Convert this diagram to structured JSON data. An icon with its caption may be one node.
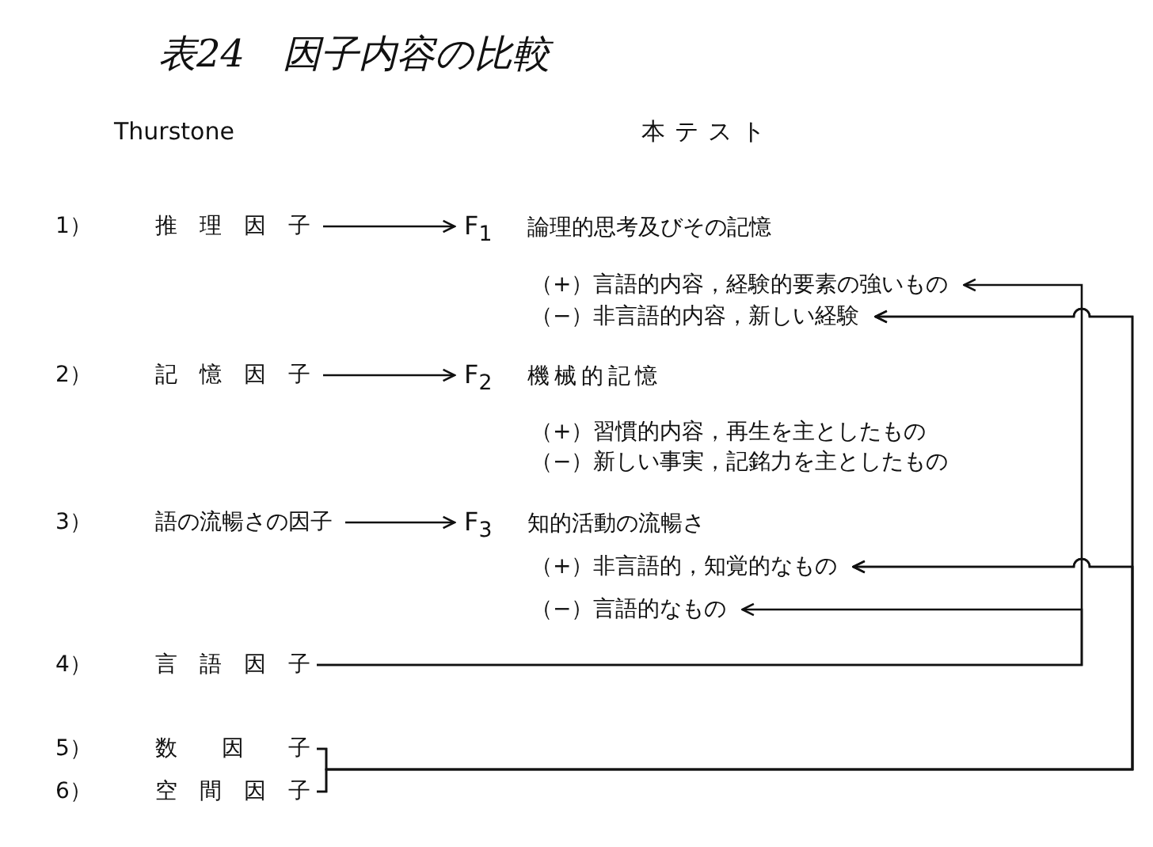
{
  "diagram": {
    "title": "表24　因子内容の比較",
    "nodes": [
      {
        "text": [
          "1）",
          "推理因子"
        ]
      },
      {
        "text": [
          "F$_{1}$",
          "論理的思考及びその記憶"
        ]
      },
      {
        "text": [
          "（+）言語的内容，経験的要素の強いもの"
        ]
      },
      {
        "text": [
          "（−）非言語的内容，新しい経験"
        ]
      },
      {
        "text": [
          "2）",
          "記憶因子"
        ]
      },
      {
        "text": [
          "F$_{2}$",
          "機械的記憶"
        ]
      },
      {
        "text": [
          "（+）習慣的内容，再生を主としたもの"
        ]
      },
      {
        "text": [
          "（−）新しい事実，記銘力を主としたもの"
        ]
      },
      {
        "text": [
          "3）",
          "語の流暢さの因子"
        ]
      },
      {
        "text": [
          "F$_{3}$",
          "知的活動の流暢さ"
        ]
      },
      {
        "text": [
          "（+）非言語的，知覚的なもの"
        ]
      },
      {
        "text": [
          "（−）言語的なもの"
        ]
      },
      {
        "text": [
          "4）",
          "言語因子"
        ]
      },
      {
        "text": [
          "5）",
          "数因子"
        ]
      },
      {
        "text": [
          "6）",
          "空間因子"
        ]
      }
    ],
    "edges": [
      {
        "from": 0,
        "to": 1,
        "arrow": "to"
      },
      {
        "from": 4,
        "to": 5,
        "arrow": "to"
      },
      {
        "from": 8,
        "to": 9,
        "arrow": "to"
      },
      {
        "from": 12,
        "to": 2,
        "arrow": "to"
      },
      {
        "from": 12,
        "to": 11,
        "arrow": "to"
      },
      {
        "from": 13,
        "to": 3,
        "arrow": "to"
      },
      {
        "from": 13,
        "to": 10,
        "arrow": "to"
      },
      {
        "from": 14,
        "to": 3,
        "arrow": "to"
      },
      {
        "from": 14,
        "to": 10,
        "arrow": "to"
      }
    ],
    "labels": [
      "Thurstone",
      "本テスト"
    ]
  }
}
